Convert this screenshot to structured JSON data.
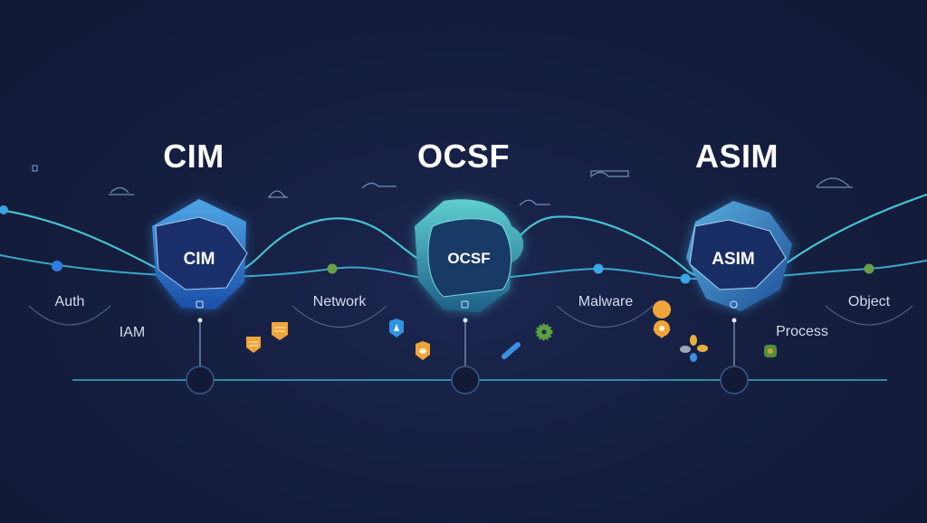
{
  "standards": [
    {
      "title": "CIM",
      "node_label": "CIM"
    },
    {
      "title": "OCSF",
      "node_label": "OCSF"
    },
    {
      "title": "ASIM",
      "node_label": "ASIM"
    }
  ],
  "categories": {
    "auth": "Auth",
    "iam": "IAM",
    "network": "Network",
    "malware": "Malware",
    "process": "Process",
    "object": "Object"
  },
  "colors": {
    "background": "#141d3c",
    "line": "#4fc3d6",
    "accent_blue": "#2f7fe0",
    "accent_green": "#6a9e4a",
    "icon_orange": "#f0a53a"
  }
}
